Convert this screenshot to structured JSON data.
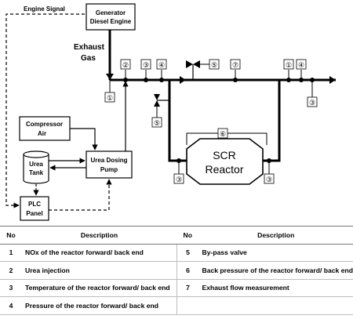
{
  "diagram": {
    "engine_signal": "Engine Signal",
    "generator_line1": "Generator",
    "generator_line2": "Diesel Engine",
    "exhaust_line1": "Exhaust",
    "exhaust_line2": "Gas",
    "compressor_line1": "Compressor",
    "compressor_line2": "Air",
    "urea_tank_line1": "Urea",
    "urea_tank_line2": "Tank",
    "dosing_pump_line1": "Urea Dosing",
    "dosing_pump_line2": "Pump",
    "plc_line1": "PLC",
    "plc_line2": "Panel",
    "reactor_line1": "SCR",
    "reactor_line2": "Reactor",
    "markers": {
      "m1_upstream": "①",
      "m2": "②",
      "m3_upstream": "③",
      "m4_upstream": "④",
      "m5_top": "⑤",
      "m7": "⑦",
      "m1_downstream": "①",
      "m4_downstream": "④",
      "m3_downstream": "③",
      "m5_bypass": "⑤",
      "m6": "⑥",
      "m3_reactor_in": "③",
      "m3_reactor_out": "③"
    }
  },
  "legend": {
    "header_no": "No",
    "header_desc": "Description",
    "rows": [
      {
        "no_l": "1",
        "desc_l": "NOx of the reactor forward/ back end",
        "no_r": "5",
        "desc_r": "By-pass valve"
      },
      {
        "no_l": "2",
        "desc_l": "Urea injection",
        "no_r": "6",
        "desc_r": "Back pressure of the reactor forward/ back end"
      },
      {
        "no_l": "3",
        "desc_l": "Temperature of the reactor forward/ back end",
        "no_r": "7",
        "desc_r": "Exhaust flow measurement"
      },
      {
        "no_l": "4",
        "desc_l": "Pressure of the reactor forward/ back end",
        "no_r": "",
        "desc_r": ""
      }
    ]
  }
}
